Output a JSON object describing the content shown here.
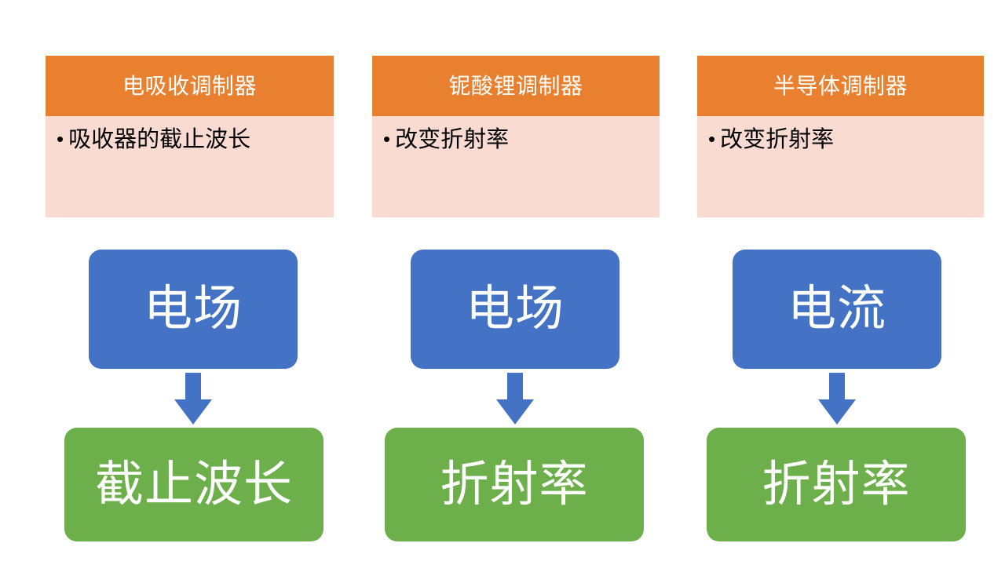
{
  "theme": {
    "background": "#ffffff",
    "header_color": "#e8802f",
    "body_color": "#f9dbd2",
    "input_box_color": "#4472c4",
    "output_box_color": "#6caf4b",
    "arrow_color": "#4472c4",
    "header_text_color": "#ffffff",
    "bullet_text_color": "#000000",
    "box_text_color": "#ffffff"
  },
  "bullet_glyph": "•",
  "columns": [
    {
      "id": "electro-absorption",
      "title": "电吸收调制器",
      "bullets": [
        "吸收器的截止波长"
      ],
      "input": "电场",
      "arrow": "down-arrow",
      "output": "截止波长"
    },
    {
      "id": "lithium-niobate",
      "title": "铌酸锂调制器",
      "bullets": [
        "改变折射率"
      ],
      "input": "电场",
      "arrow": "down-arrow",
      "output": "折射率"
    },
    {
      "id": "semiconductor",
      "title": "半导体调制器",
      "bullets": [
        "改变折射率"
      ],
      "input": "电流",
      "arrow": "down-arrow",
      "output": "折射率"
    }
  ]
}
